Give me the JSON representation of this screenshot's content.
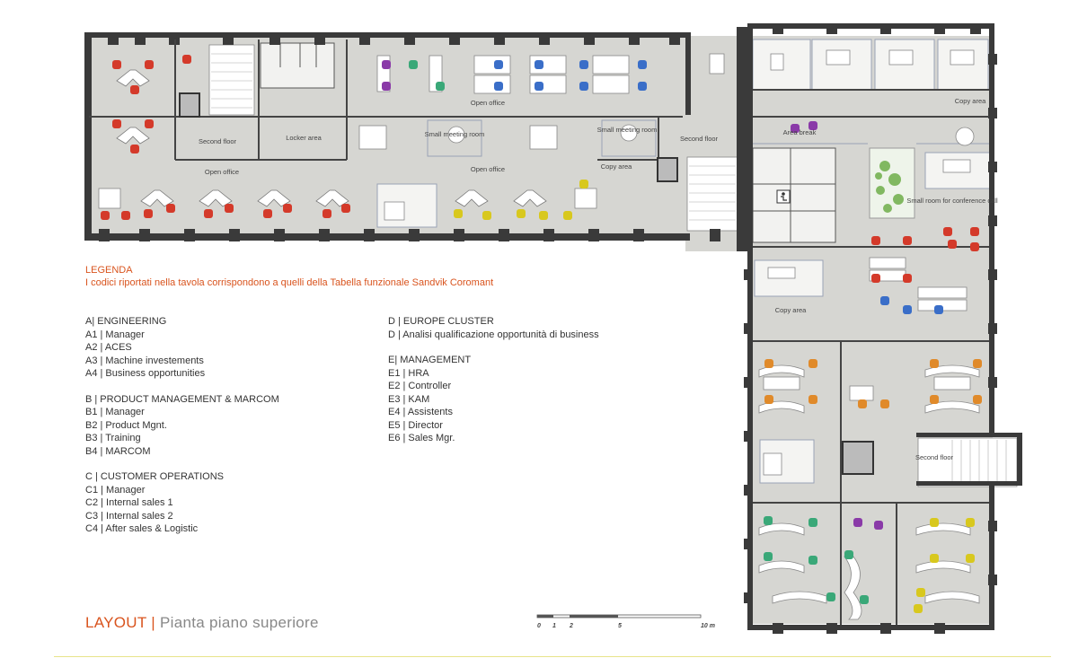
{
  "rooms": {
    "second_floor_1": "Second floor",
    "locker_area": "Locker area",
    "open_office_top": "Open office",
    "small_meeting_1": "Small meeting room",
    "small_meeting_2": "Small meeting room",
    "second_floor_2": "Second floor",
    "open_office_left": "Open office",
    "open_office_mid": "Open office",
    "copy_area_1": "Copy area",
    "copy_area_2": "Copy area",
    "area_break": "Area break",
    "small_room_conf": "Small room for conference call",
    "copy_area_3": "Copy area",
    "second_floor_3": "Second floor"
  },
  "legend": {
    "title": "LEGENDA",
    "subtitle": "I codici riportati nella tavola corrispondono a quelli della Tabella funzionale Sandvik Coromant",
    "left_groups": [
      {
        "head": "A| ENGINEERING",
        "items": [
          "A1 | Manager",
          "A2 | ACES",
          "A3 | Machine investements",
          "A4 | Business opportunities"
        ]
      },
      {
        "head": "B | PRODUCT MANAGEMENT & MARCOM",
        "items": [
          "B1 | Manager",
          "B2 | Product Mgnt.",
          "B3 | Training",
          "B4 | MARCOM"
        ]
      },
      {
        "head": "C |  CUSTOMER OPERATIONS",
        "items": [
          "C1 | Manager",
          "C2 | Internal sales 1",
          "C3 | Internal sales 2",
          "C4 | After sales & Logistic"
        ]
      }
    ],
    "right_groups": [
      {
        "head": "D | EUROPE CLUSTER",
        "items": [
          "D | Analisi qualificazione opportunità di business"
        ]
      },
      {
        "head": "E| MANAGEMENT",
        "items": [
          "E1 | HRA",
          "E2 | Controller",
          "E3 | KAM",
          "E4 | Assistents",
          "E5 | Director",
          "E6 | Sales Mgr."
        ]
      }
    ]
  },
  "scale": {
    "ticks": [
      "0",
      "1",
      "2",
      "5",
      "10 m"
    ]
  },
  "footer": {
    "title": "LAYOUT",
    "sep": "|",
    "subtitle": "Pianta piano superiore"
  },
  "colors": {
    "accent": "#d9541e",
    "wall": "#3a3a3a",
    "floor": "#d6d6d2",
    "chair_red": "#d43a2a",
    "chair_purple": "#8a3aa8",
    "chair_green": "#3aa878",
    "chair_blue": "#3a6ec8",
    "chair_yellow": "#d8c81e",
    "chair_orange": "#e08a2a"
  }
}
